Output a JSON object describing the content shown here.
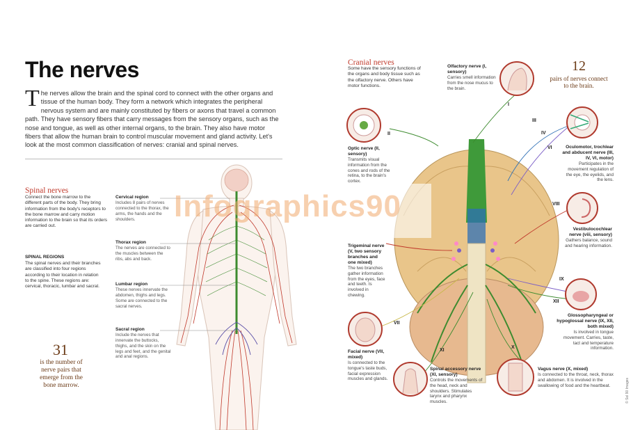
{
  "title": "The nerves",
  "intro": {
    "dropcap": "T",
    "text": "he nerves allow the brain and the spinal cord to connect with the other organs and tissue of the human body. They form a network which integrates the peripheral nervous system and are mainly constituted by fibers or axons that travel a common path. They have sensory fibers that carry messages from the sensory organs, such as the nose and tongue, as well as other internal organs, to the brain. They also have motor fibers that allow the human brain to control muscular movement and gland activity. Let's look at the most common classification of nerves: cranial and spinal nerves."
  },
  "spinal": {
    "heading": "Spinal nerves",
    "text": "Connect the bone marrow to the different parts of the body. They bring information from the body's receptors to the bone marrow and carry motion information to the brain so that its orders are carried out.",
    "regions_heading": "SPINAL REGIONS",
    "regions_text": "The spinal nerves and their branches are classified into four regions according to their location in relation to the spine. These regions are: cervical, thoracic, lumbar and sacral.",
    "count": "31",
    "count_text": "is the number of nerve pairs that emerge from the bone marrow."
  },
  "regions": [
    {
      "label": "Cervical region",
      "text": "Includes 8 pairs of nerves connected to the thorax, the arms, the hands and the shoulders."
    },
    {
      "label": "Thorax region",
      "text": "The nerves are connected to the muscles between the ribs, abs and back."
    },
    {
      "label": "Lumbar region",
      "text": "These nerves innervate the abdomen, thighs and legs. Some are connected to the sacral nerves."
    },
    {
      "label": "Sacral region",
      "text": "Include the nerves that innervate the buttocks, thighs, and the skin on the legs and feet, and the genital and anal regions."
    }
  ],
  "cranial": {
    "heading": "Cranial nerves",
    "text": "Some have the sensory functions of the organs and body tissue such as the olfactory nerve. Others have motor functions.",
    "count": "12",
    "count_text": "pairs of nerves connect to the brain."
  },
  "nerves": [
    {
      "title": "Olfactory nerve (I, sensory)",
      "text": "Carries smell information from the nose mucus to the brain."
    },
    {
      "title": "Optic nerve (II, sensory)",
      "text": "Transmits visual information from the cones and rods of the retina, to the brain's cortex."
    },
    {
      "title": "Oculomotor, trochlear and abducent nerve (III, IV, VI, motor)",
      "text": "Participates in the movement regulation of the eye, the eyelids, and the lens."
    },
    {
      "title": "Vestibulocochlear nerve (viii, sensory)",
      "text": "Gathers balance, sound and hearing information."
    },
    {
      "title": "Trigeminal nerve (V, two sensory branches and one mixed)",
      "text": "The two branches gather information from the eyes, face and teeth. Is involved in chewing."
    },
    {
      "title": "Glossopharyngeal or hypoglossal nerve (IX, XII, both mixed)",
      "text": "Is involved in tongue movement. Carries, taste, tact and temperature information."
    },
    {
      "title": "Facial nerve (VII, mixed)",
      "text": "Is connected to the tongue's taste buds, facial expression muscles and glands."
    },
    {
      "title": "Spinal accessory nerve (XI, sensory)",
      "text": "Controls the movements of the head, neck and shoulders. Stimulates larynx and pharynx muscles."
    },
    {
      "title": "Vagus nerve (X, mixed)",
      "text": "Is connected to the throat, neck, thorax and abdomen. It is involved in the swallowing of food and the heartbeat."
    }
  ],
  "numerals": [
    "I",
    "II",
    "III",
    "IV",
    "VI",
    "VIII",
    "IX",
    "XII",
    "VII",
    "XI",
    "X"
  ],
  "watermark": "Infographics90",
  "credit": "© Sol 90 Images",
  "colors": {
    "accent": "#c0392b",
    "brown": "#6b3a16",
    "nerve_red": "#c0392b",
    "nerve_green": "#3d8b2f"
  }
}
